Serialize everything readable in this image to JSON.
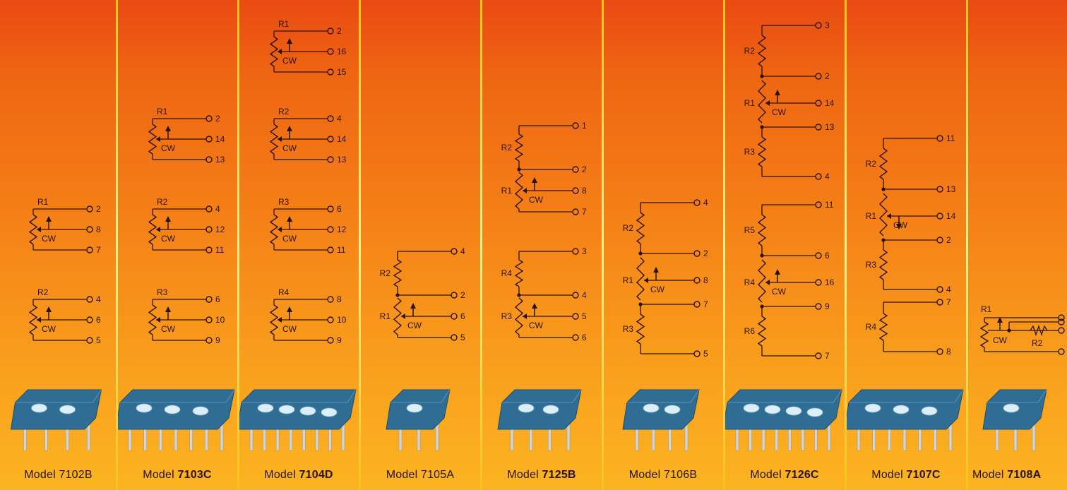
{
  "models": [
    {
      "number": "7102B",
      "prefix": "Model ",
      "circuit": [
        {
          "type": "pot",
          "ref": "R1",
          "pins": [
            "2",
            "8",
            "7"
          ]
        },
        {
          "type": "pot",
          "ref": "R2",
          "pins": [
            "4",
            "6",
            "5"
          ]
        }
      ]
    },
    {
      "number": "7103C",
      "prefix": "Model ",
      "circuit": [
        {
          "type": "pot",
          "ref": "R1",
          "pins": [
            "2",
            "14",
            "13"
          ]
        },
        {
          "type": "pot",
          "ref": "R2",
          "pins": [
            "4",
            "12",
            "11"
          ]
        },
        {
          "type": "pot",
          "ref": "R3",
          "pins": [
            "6",
            "10",
            "9"
          ]
        }
      ]
    },
    {
      "number": "7104D",
      "prefix": "Model ",
      "circuit": [
        {
          "type": "pot",
          "ref": "R1",
          "pins": [
            "2",
            "16",
            "15"
          ]
        },
        {
          "type": "pot",
          "ref": "R2",
          "pins": [
            "4",
            "14",
            "13"
          ]
        },
        {
          "type": "pot",
          "ref": "R3",
          "pins": [
            "6",
            "12",
            "11"
          ]
        },
        {
          "type": "pot",
          "ref": "R4",
          "pins": [
            "8",
            "10",
            "9"
          ]
        }
      ]
    },
    {
      "number": "7105A",
      "prefix": "Model ",
      "circuit": [
        {
          "type": "stack",
          "refs": [
            "R2",
            "R1"
          ],
          "pins": [
            "4",
            "2",
            "6",
            "5"
          ]
        }
      ]
    },
    {
      "number": "7125B",
      "prefix": "Model ",
      "circuit": [
        {
          "type": "stack",
          "refs": [
            "R2",
            "R1"
          ],
          "pins": [
            "1",
            "2",
            "8",
            "7"
          ]
        },
        {
          "type": "stack",
          "refs": [
            "R4",
            "R3"
          ],
          "pins": [
            "3",
            "4",
            "5",
            "6"
          ]
        }
      ]
    },
    {
      "number": "7106B",
      "prefix": "Model ",
      "circuit": [
        {
          "type": "stack3",
          "refs": [
            "R2",
            "R1",
            "R3"
          ],
          "pins": [
            "4",
            "2",
            "8",
            "7",
            "5"
          ]
        }
      ]
    },
    {
      "number": "7126C",
      "prefix": "Model ",
      "circuit": [
        {
          "type": "stack3",
          "refs": [
            "R2",
            "R1",
            "R3"
          ],
          "pins": [
            "3",
            "2",
            "14",
            "13",
            "4"
          ]
        },
        {
          "type": "stack3",
          "refs": [
            "R5",
            "R4",
            "R6"
          ],
          "pins": [
            "11",
            "6",
            "16",
            "9",
            "7"
          ]
        }
      ]
    },
    {
      "number": "7107C",
      "prefix": "Model ",
      "circuit": [
        {
          "type": "stack3",
          "refs": [
            "R2",
            "R1",
            "R3"
          ],
          "pins": [
            "11",
            "13",
            "14",
            "2",
            "4"
          ]
        },
        {
          "type": "fixed",
          "ref": "R4",
          "pins": [
            "7",
            "8"
          ]
        }
      ]
    },
    {
      "number": "7108A",
      "prefix": "Model ",
      "circuit": [
        {
          "type": "network",
          "refs": [
            "R1",
            "R2"
          ]
        }
      ]
    }
  ],
  "wiper_label": "CW",
  "colors": {
    "ink": "#2a1208",
    "divider": "#f7d234",
    "dip_body": "#2f6d95",
    "dip_switch": "#dceef8",
    "dip_pin": "#d6d6d0"
  }
}
